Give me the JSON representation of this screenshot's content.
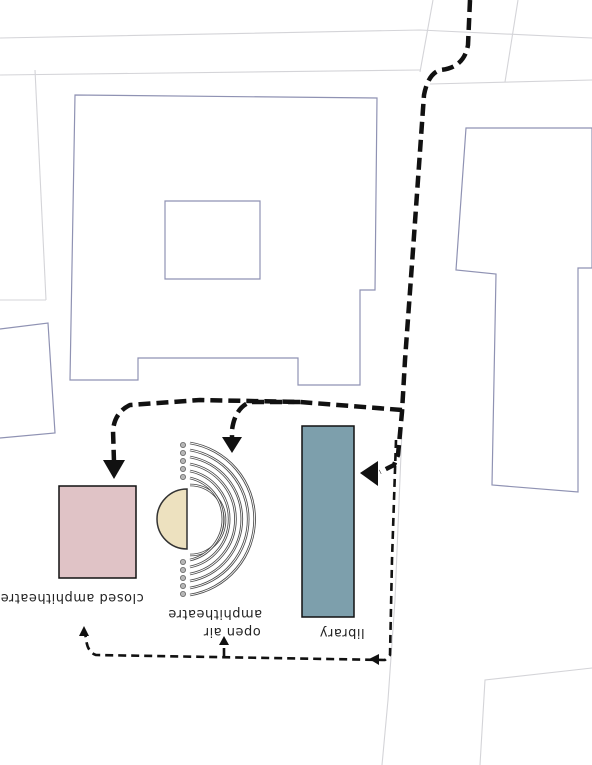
{
  "diagram": {
    "labels": {
      "closed_amphitheatre": "closed amphitheatre",
      "open_air_line1": "open air",
      "open_air_line2": "amphitheatre",
      "library": "library"
    },
    "colors": {
      "closed_amphitheatre_fill": "#e0c3c6",
      "library_fill": "#7d9fac",
      "stage_fill": "#ede1bf",
      "building_outline": "#8f92b3",
      "path": "#111111"
    },
    "label_orientation": "upside-down (rotated 180°)"
  }
}
